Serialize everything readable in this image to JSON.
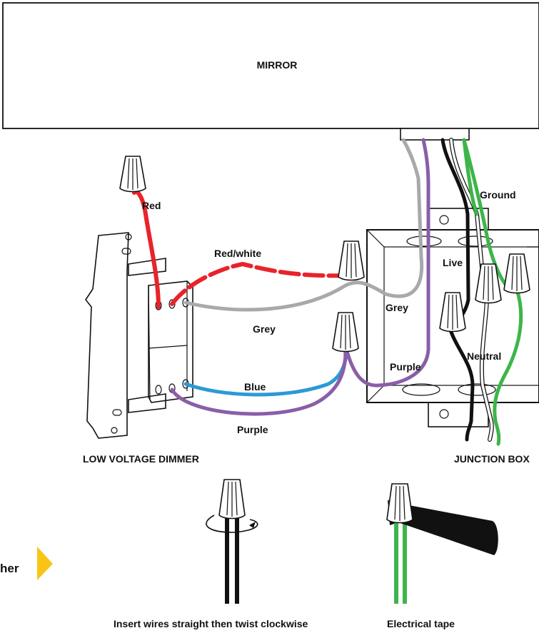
{
  "labels": {
    "mirror": "MIRROR",
    "red": "Red",
    "red_white": "Red/white",
    "grey_left": "Grey",
    "grey_right": "Grey",
    "blue": "Blue",
    "purple_left": "Purple",
    "purple_right": "Purple",
    "ground": "Ground",
    "live": "Live",
    "neutral": "Neutral",
    "low_voltage_dimmer": "LOW VOLTAGE DIMMER",
    "junction_box": "JUNCTION BOX",
    "edge_fragment": "her",
    "twist_caption": "Insert wires straight then twist clockwise",
    "tape_caption": "Electrical tape"
  },
  "colors": {
    "red": "#e8232a",
    "grey": "#a7a9ac",
    "purple": "#8a5ea8",
    "blue": "#2b9ad6",
    "black": "#111111",
    "green": "#3db54a",
    "white_wire": "#ffffff",
    "accent_arrow": "#f9c416"
  }
}
